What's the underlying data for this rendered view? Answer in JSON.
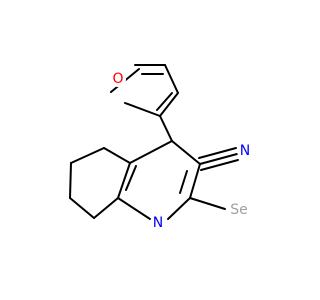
{
  "molecule": {
    "atoms": {
      "O": {
        "text": "O",
        "color": "#ff0000"
      },
      "N_ring": {
        "text": "N",
        "color": "#0000ff"
      },
      "N_nitrile": {
        "text": "N",
        "color": "#0000ff"
      },
      "Se": {
        "text": "Se",
        "color": "#a0a0a0"
      }
    }
  }
}
